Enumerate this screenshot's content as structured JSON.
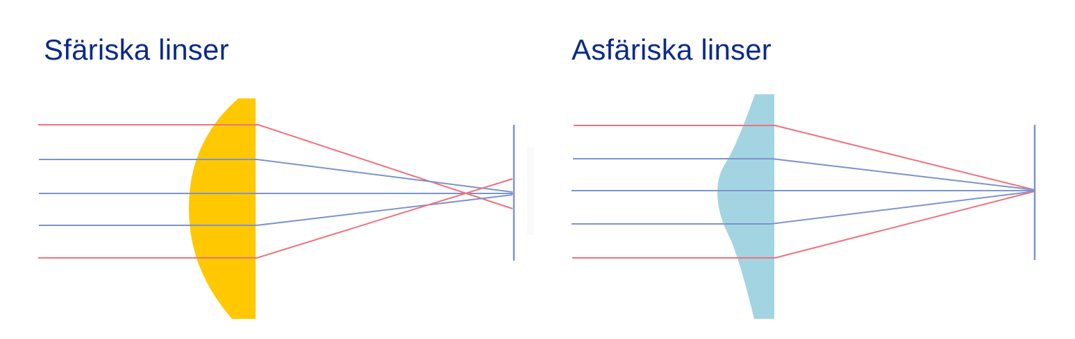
{
  "panels": [
    {
      "title": "Sfäriska linser",
      "lens_type": "spherical",
      "lens_color": "#ffc800",
      "rays_converge": false,
      "note": "Rays cross before the image plane (spherical aberration)"
    },
    {
      "title": "Asfäriska linser",
      "lens_type": "aspherical",
      "lens_color": "#a3d4e2",
      "rays_converge": true,
      "note": "All rays meet at one focal point on the image plane"
    }
  ],
  "colors": {
    "title": "#0b2a8a",
    "marginal_ray": "#f0707a",
    "paraxial_ray": "#7b93cf",
    "image_plane": "#7b93cf",
    "background": "#ffffff"
  }
}
